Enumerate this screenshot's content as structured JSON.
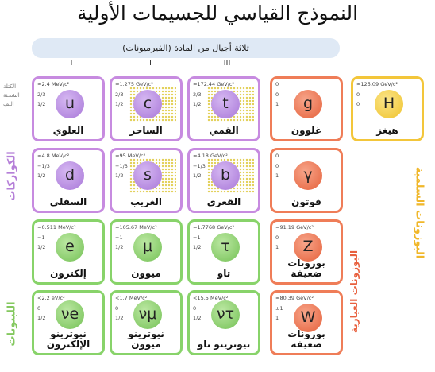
{
  "title": "النموذج القياسي للجسيمات الأولية",
  "generations_banner": "ثلاثة أجيال من المادة (الفيرميونات)",
  "generations": [
    "I",
    "II",
    "III"
  ],
  "row_side_labels": [
    "الكتلة",
    "الشحنة",
    "اللف"
  ],
  "group_labels": {
    "quarks": "الكواركات",
    "leptons": "اللبتونات",
    "gauge_bosons": "البوزونات العيارية",
    "scalar_bosons": "البوزونات السلمية"
  },
  "colors": {
    "quark": "#c78be0",
    "lepton": "#88d36a",
    "boson": "#ef7d58",
    "higgs": "#f3c63a"
  },
  "particles": {
    "up": {
      "mass": "≈2.4 MeV/c²",
      "charge": "2/3",
      "spin": "1/2",
      "symbol": "u",
      "name": "العلوي"
    },
    "charm": {
      "mass": "≈1.275 GeV/c²",
      "charge": "2/3",
      "spin": "1/2",
      "symbol": "c",
      "name": "الساحر"
    },
    "top": {
      "mass": "≈172.44 GeV/c²",
      "charge": "2/3",
      "spin": "1/2",
      "symbol": "t",
      "name": "القمي"
    },
    "gluon": {
      "mass": "0",
      "charge": "0",
      "spin": "1",
      "symbol": "g",
      "name": "غلوون"
    },
    "higgs": {
      "mass": "≈125.09 GeV/c²",
      "charge": "0",
      "spin": "0",
      "symbol": "H",
      "name": "هيغز"
    },
    "down": {
      "mass": "≈4.8 MeV/c²",
      "charge": "−1/3",
      "spin": "1/2",
      "symbol": "d",
      "name": "السفلي"
    },
    "strange": {
      "mass": "≈95 MeV/c²",
      "charge": "−1/3",
      "spin": "1/2",
      "symbol": "s",
      "name": "الغريب"
    },
    "bottom": {
      "mass": "≈4.18 GeV/c²",
      "charge": "−1/3",
      "spin": "1/2",
      "symbol": "b",
      "name": "القعري"
    },
    "photon": {
      "mass": "0",
      "charge": "0",
      "spin": "1",
      "symbol": "γ",
      "name": "فوتون"
    },
    "electron": {
      "mass": "≈0.511 MeV/c²",
      "charge": "−1",
      "spin": "1/2",
      "symbol": "e",
      "name": "إلكترون"
    },
    "muon": {
      "mass": "≈105.67 MeV/c²",
      "charge": "−1",
      "spin": "1/2",
      "symbol": "μ",
      "name": "ميوون"
    },
    "tau": {
      "mass": "≈1.7768 GeV/c²",
      "charge": "−1",
      "spin": "1/2",
      "symbol": "τ",
      "name": "تاو"
    },
    "z_boson": {
      "mass": "≈91.19 GeV/c²",
      "charge": "0",
      "spin": "1",
      "symbol": "Z",
      "name": "بوزونات ضعيفة"
    },
    "nu_e": {
      "mass": "<2.2 eV/c²",
      "charge": "0",
      "spin": "1/2",
      "symbol": "νe",
      "name": "نيوترينو الإلكترون"
    },
    "nu_mu": {
      "mass": "<1.7 MeV/c²",
      "charge": "0",
      "spin": "1/2",
      "symbol": "νμ",
      "name": "نيوترينو ميوون"
    },
    "nu_tau": {
      "mass": "<15.5 MeV/c²",
      "charge": "0",
      "spin": "1/2",
      "symbol": "ντ",
      "name": "نيوترينو تاو"
    },
    "w_boson": {
      "mass": "≈80.39 GeV/c²",
      "charge": "±1",
      "spin": "1",
      "symbol": "W",
      "name": "بوزونات ضعيفة"
    }
  }
}
